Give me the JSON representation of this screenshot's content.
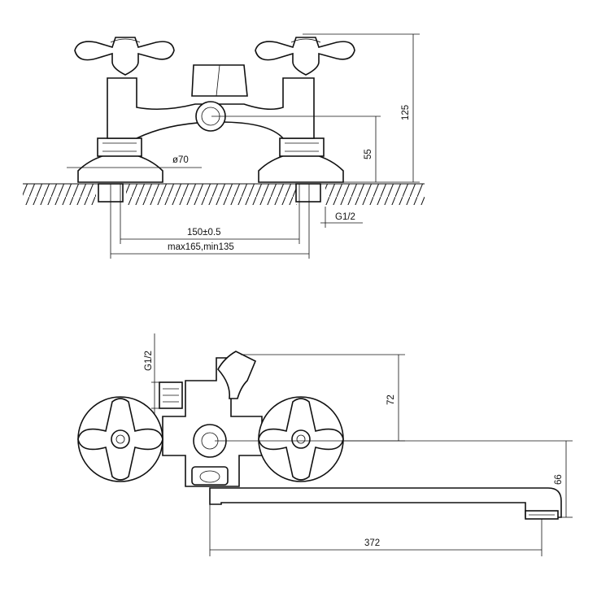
{
  "top_view": {
    "dim_125": "125",
    "dim_55": "55",
    "dim_70": "ø70",
    "dim_150": "150±0.5",
    "dim_max": "max165,min135",
    "thread_label": "G1/2"
  },
  "bottom_view": {
    "thread_label": "G1/2",
    "dim_72": "72",
    "dim_66": "66",
    "dim_372": "372"
  }
}
